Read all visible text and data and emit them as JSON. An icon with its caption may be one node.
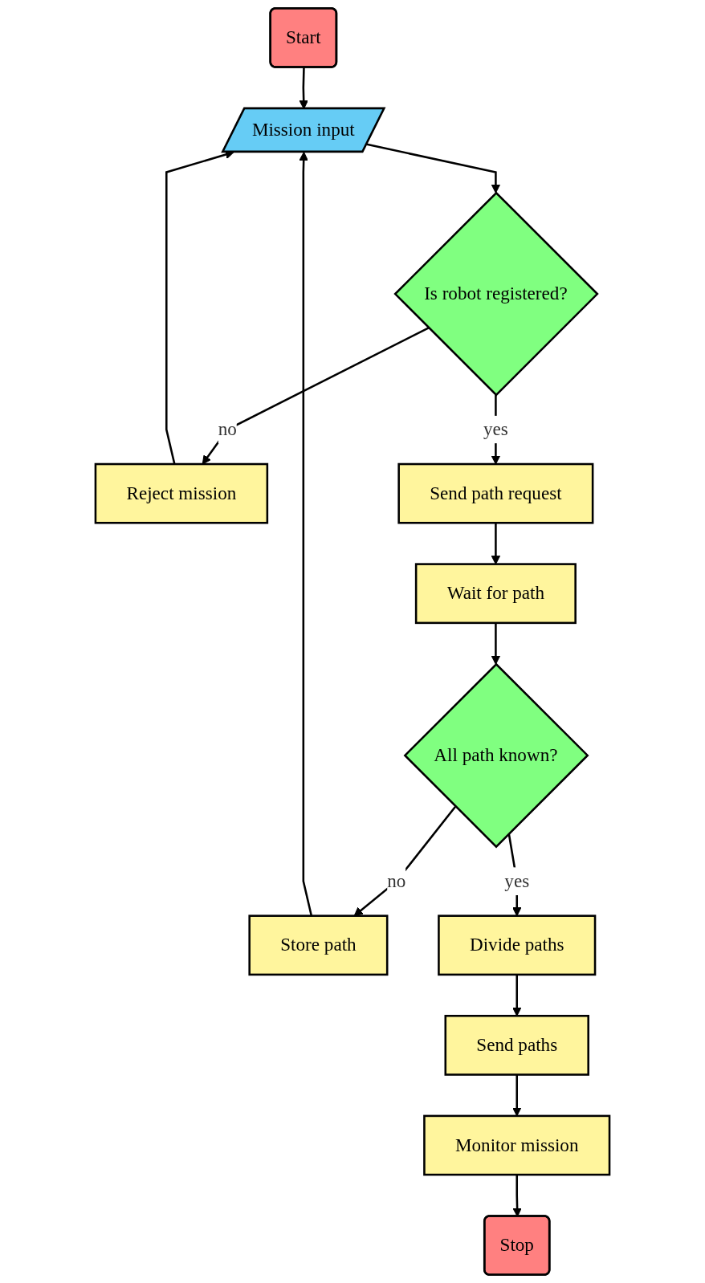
{
  "diagram": {
    "nodes": [
      {
        "text": [
          "Start"
        ]
      },
      {
        "text": [
          "Mission input"
        ]
      },
      {
        "text": [
          "Is robot registered?"
        ]
      },
      {
        "text": [
          "Reject mission"
        ]
      },
      {
        "text": [
          "Send path request"
        ]
      },
      {
        "text": [
          "Wait for path"
        ]
      },
      {
        "text": [
          "All path known?"
        ]
      },
      {
        "text": [
          "Store path"
        ]
      },
      {
        "text": [
          "Divide paths"
        ]
      },
      {
        "text": [
          "Send paths"
        ]
      },
      {
        "text": [
          "Monitor mission"
        ]
      },
      {
        "text": [
          "Stop"
        ]
      }
    ],
    "edges": [
      {
        "from": 0,
        "to": 1,
        "arrow": "to"
      },
      {
        "from": 1,
        "to": 2,
        "arrow": "to"
      },
      {
        "from": 2,
        "to": 3,
        "label": "no",
        "arrow": "to"
      },
      {
        "from": 3,
        "to": 1,
        "arrow": "to"
      },
      {
        "from": 2,
        "to": 4,
        "label": "yes",
        "arrow": "to"
      },
      {
        "from": 4,
        "to": 5,
        "arrow": "to"
      },
      {
        "from": 5,
        "to": 6,
        "arrow": "to"
      },
      {
        "from": 6,
        "to": 7,
        "label": "no",
        "arrow": "to"
      },
      {
        "from": 7,
        "to": 1,
        "arrow": "to"
      },
      {
        "from": 6,
        "to": 8,
        "label": "yes",
        "arrow": "to"
      },
      {
        "from": 8,
        "to": 9,
        "arrow": "to"
      },
      {
        "from": 9,
        "to": 10,
        "arrow": "to"
      },
      {
        "from": 10,
        "to": 11,
        "arrow": "to"
      }
    ]
  }
}
